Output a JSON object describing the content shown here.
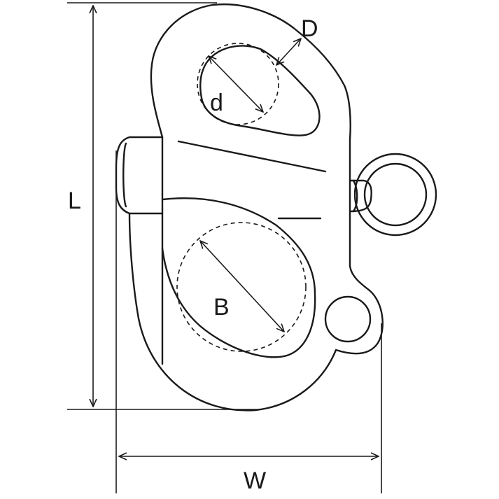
{
  "labels": {
    "length": "L",
    "width": "W",
    "eye_inner": "d",
    "wire_dia": "D",
    "opening": "B"
  },
  "colors": {
    "line": "#1a1a1a",
    "background": "#ffffff"
  }
}
